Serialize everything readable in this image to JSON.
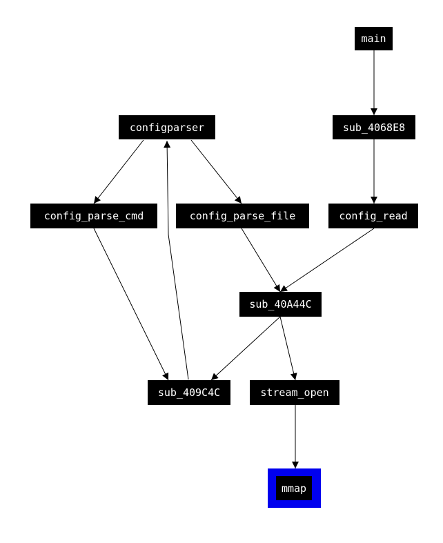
{
  "graph": {
    "nodes": {
      "main": "main",
      "sub_4068E8": "sub_4068E8",
      "configparser": "configparser",
      "config_parse_cmd": "config_parse_cmd",
      "config_parse_file": "config_parse_file",
      "config_read": "config_read",
      "sub_40A44C": "sub_40A44C",
      "sub_409C4C": "sub_409C4C",
      "stream_open": "stream_open",
      "mmap": "mmap"
    },
    "highlighted_node": "mmap",
    "colors": {
      "node_fill": "#000000",
      "node_text": "#ffffff",
      "edge": "#000000",
      "highlight_frame": "#0000ee",
      "background": "#ffffff"
    },
    "edges": [
      [
        "main",
        "sub_4068E8"
      ],
      [
        "sub_4068E8",
        "config_read"
      ],
      [
        "configparser",
        "config_parse_cmd"
      ],
      [
        "configparser",
        "config_parse_file"
      ],
      [
        "config_parse_cmd",
        "sub_409C4C"
      ],
      [
        "sub_409C4C",
        "configparser"
      ],
      [
        "config_parse_file",
        "sub_40A44C"
      ],
      [
        "config_read",
        "sub_40A44C"
      ],
      [
        "sub_40A44C",
        "sub_409C4C"
      ],
      [
        "sub_40A44C",
        "stream_open"
      ],
      [
        "stream_open",
        "mmap"
      ]
    ]
  }
}
